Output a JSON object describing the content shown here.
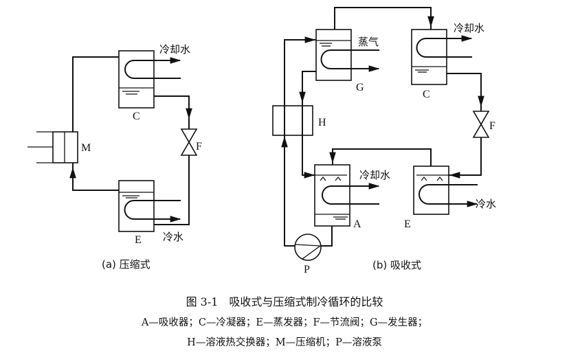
{
  "diagram_a": {
    "caption": "(a) 压缩式",
    "labels": {
      "condenser": "C",
      "evaporator": "E",
      "compressor": "M",
      "valve": "F",
      "cooling_water": "冷却水",
      "chilled_water": "冷水"
    }
  },
  "diagram_b": {
    "caption": "(b) 吸收式",
    "labels": {
      "generator": "G",
      "condenser": "C",
      "valve": "F",
      "heat_exchanger": "H",
      "absorber": "A",
      "evaporator": "E",
      "pump": "P",
      "steam": "蒸气",
      "cooling_water_c": "冷却水",
      "cooling_water_a": "冷却水",
      "chilled_water": "冷水"
    }
  },
  "figure": {
    "title": "图 3-1　吸收式与压缩式制冷循环的比较",
    "legend_line1": "A—吸收器；C—冷凝器；E—蒸发器；F—节流阀；G—发生器；",
    "legend_line2": "H—溶液热交换器；M—压缩机；P—溶液泵"
  }
}
